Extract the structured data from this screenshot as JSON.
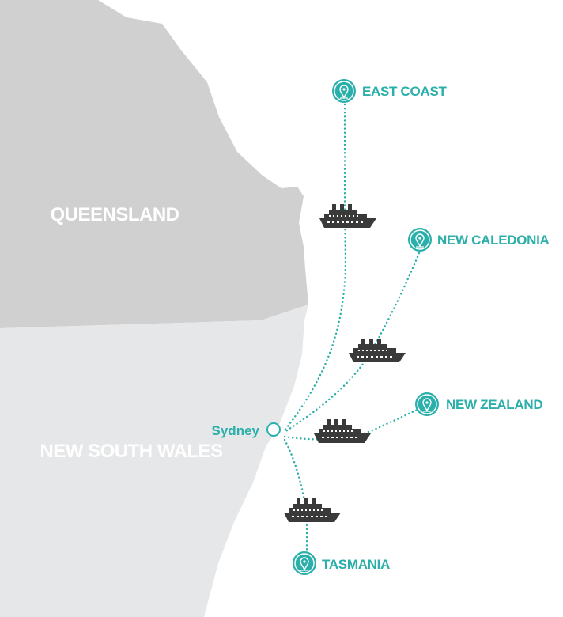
{
  "regions": {
    "queensland": "QUEENSLAND",
    "nsw": "NEW SOUTH WALES"
  },
  "origin": {
    "name": "Sydney"
  },
  "destinations": [
    {
      "id": "east-coast",
      "name": "EAST COAST"
    },
    {
      "id": "new-caledonia",
      "name": "NEW CALEDONIA"
    },
    {
      "id": "new-zealand",
      "name": "NEW ZEALAND"
    },
    {
      "id": "tasmania",
      "name": "TASMANIA"
    }
  ],
  "colors": {
    "accent": "#2bafaa",
    "queensland_fill": "#d0d0d0",
    "nsw_fill": "#e6e7e8",
    "ship": "#3a3a3a",
    "label": "#ffffff"
  },
  "icons": {
    "destination": "map-pin-icon",
    "origin": "circle-marker-icon",
    "ship": "cruise-ship-icon"
  }
}
